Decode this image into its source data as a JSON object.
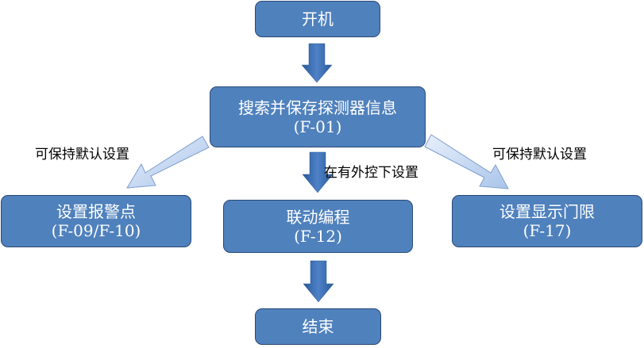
{
  "nodes": {
    "start": {
      "line1": "开机"
    },
    "search": {
      "line1": "搜索并保存探测器信息",
      "line2": "(F-01)"
    },
    "alarm": {
      "line1": "设置报警点",
      "line2": "(F-09/F-10)"
    },
    "linkage": {
      "line1": "联动编程",
      "line2": "(F-12)"
    },
    "threshold": {
      "line1": "设置显示门限",
      "line2": "(F-17)"
    },
    "end": {
      "line1": "结束"
    }
  },
  "edge_labels": {
    "left": "可保持默认设置",
    "middle": "在有外控下设置",
    "right": "可保持默认设置"
  },
  "colors": {
    "box_fill": "#4f81bd",
    "box_border": "#2b4a75",
    "arrow_dark": "#2f5f9e",
    "arrow_light": "#c6d9f1"
  }
}
